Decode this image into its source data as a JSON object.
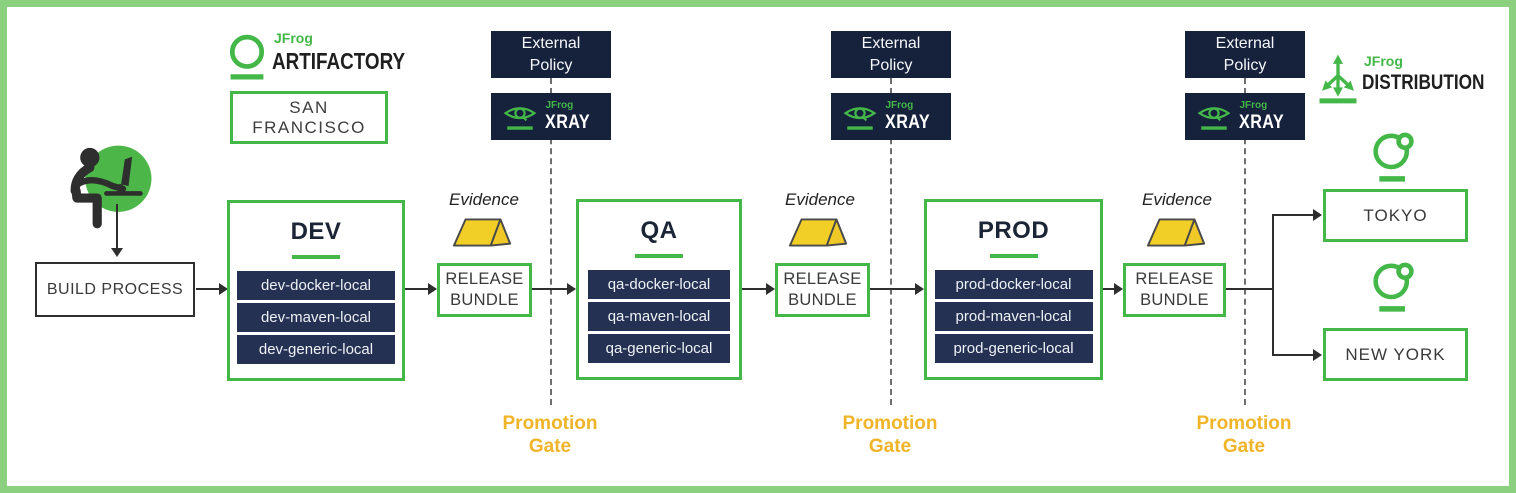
{
  "colors": {
    "frame_green": "#8bd07f",
    "brand_green": "#44b749",
    "navy_dark": "#16213c",
    "navy_repo": "#243152",
    "gate_gold": "#f0b429",
    "evidence_yellow": "#f2cf27",
    "line_dark": "#2e2e2e"
  },
  "artifactory_logo": {
    "brand": "JFrog",
    "product": "ARTIFACTORY"
  },
  "site": {
    "label": "SAN FRANCISCO"
  },
  "build_process": {
    "label": "BUILD PROCESS"
  },
  "stages": [
    {
      "name": "DEV",
      "repos": [
        "dev-docker-local",
        "dev-maven-local",
        "dev-generic-local"
      ]
    },
    {
      "name": "QA",
      "repos": [
        "qa-docker-local",
        "qa-maven-local",
        "qa-generic-local"
      ]
    },
    {
      "name": "PROD",
      "repos": [
        "prod-docker-local",
        "prod-maven-local",
        "prod-generic-local"
      ]
    }
  ],
  "evidence": {
    "label": "Evidence"
  },
  "release_bundle": {
    "label": "RELEASE BUNDLE"
  },
  "gate": {
    "external_policy": "External Policy",
    "promotion": "Promotion Gate"
  },
  "xray_logo": {
    "brand": "JFrog",
    "product": "XRAY"
  },
  "distribution_logo": {
    "brand": "JFrog",
    "product": "DISTRIBUTION"
  },
  "edge_sites": [
    {
      "label": "TOKYO"
    },
    {
      "label": "NEW YORK"
    }
  ]
}
